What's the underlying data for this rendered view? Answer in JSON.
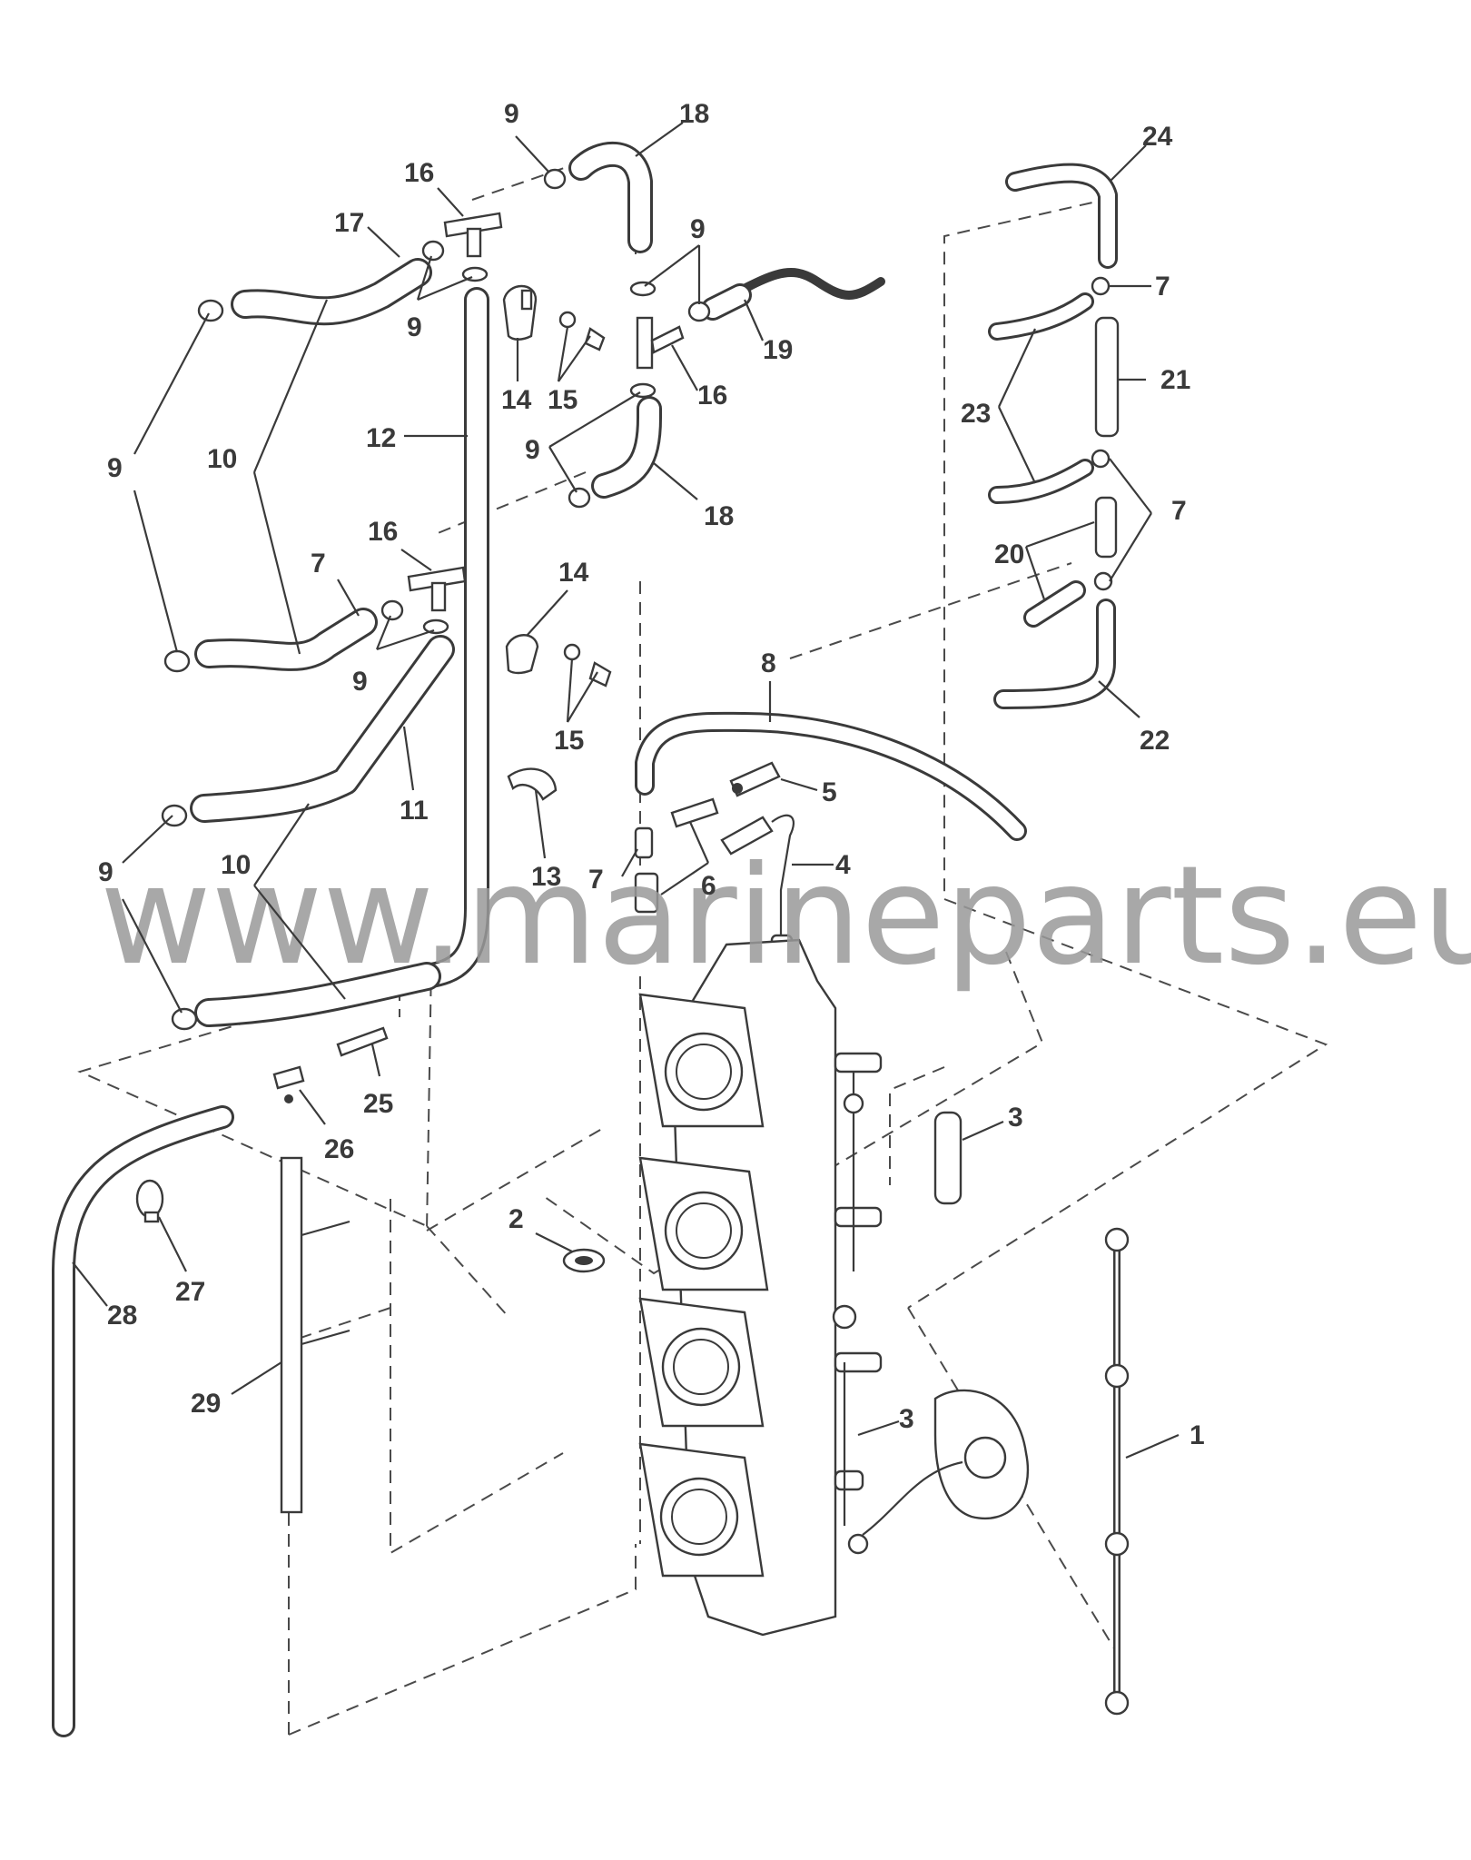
{
  "watermark": "www.marineparts.eu",
  "callouts": {
    "c1": "1",
    "c2": "2",
    "c3a": "3",
    "c3b": "3",
    "c4": "4",
    "c5": "5",
    "c6": "6",
    "c7a": "7",
    "c7b": "7",
    "c7c": "7",
    "c7d": "7",
    "c8": "8",
    "c9a": "9",
    "c9b": "9",
    "c9c": "9",
    "c9d": "9",
    "c9e": "9",
    "c9f": "9",
    "c9g": "9",
    "c9h": "9",
    "c10a": "10",
    "c10b": "10",
    "c11": "11",
    "c12": "12",
    "c13": "13",
    "c14a": "14",
    "c14b": "14",
    "c15a": "15",
    "c15b": "15",
    "c16a": "16",
    "c16b": "16",
    "c16c": "16",
    "c17": "17",
    "c18a": "18",
    "c18b": "18",
    "c19": "19",
    "c20": "20",
    "c21": "21",
    "c22": "22",
    "c23": "23",
    "c24": "24",
    "c25": "25",
    "c26": "26",
    "c27": "27",
    "c28": "28",
    "c29": "29"
  }
}
